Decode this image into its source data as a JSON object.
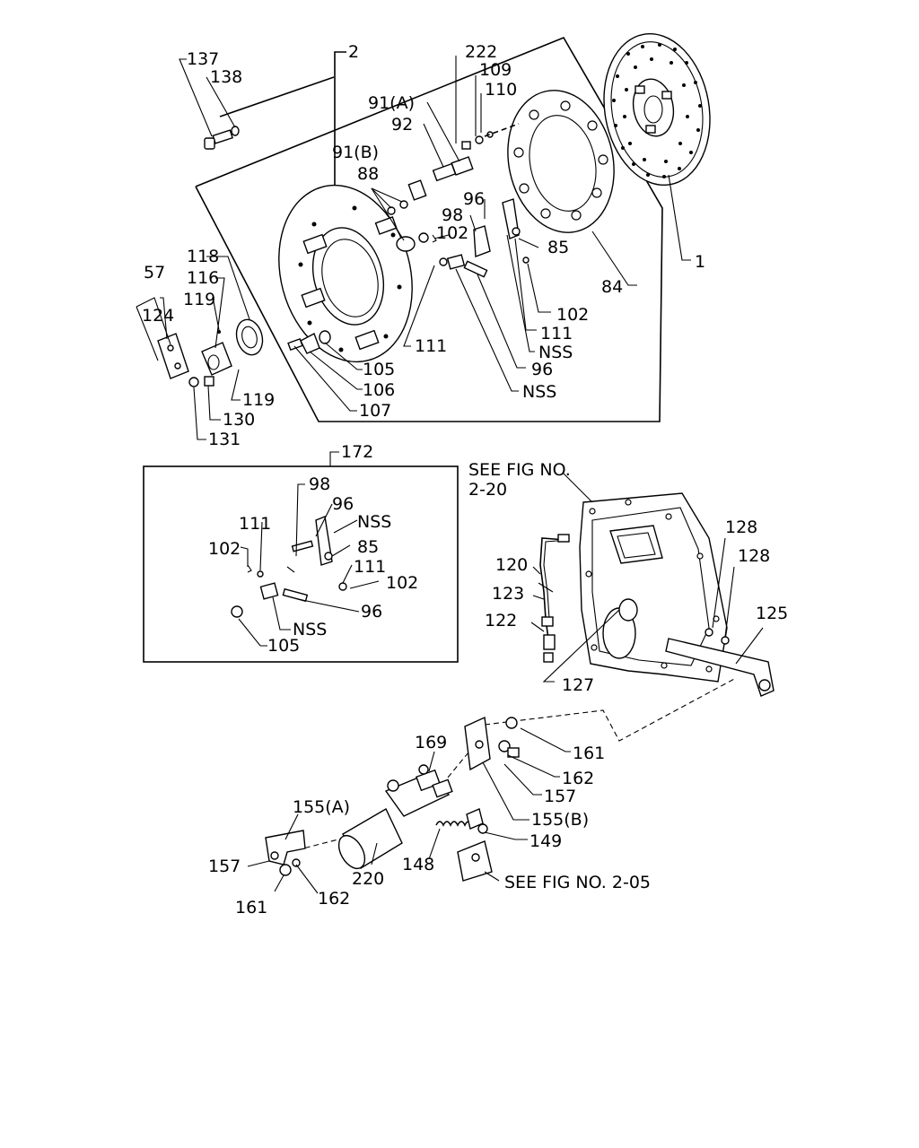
{
  "labels": {
    "l137": "137",
    "l138": "138",
    "l2": "2",
    "l222": "222",
    "l109": "109",
    "l110": "110",
    "l91a": "91(A)",
    "l92": "92",
    "l91b": "91(B)",
    "l88": "88",
    "l96a": "96",
    "l98a": "98",
    "l102a": "102",
    "l85a": "85",
    "l1": "1",
    "l84": "84",
    "l102b": "102",
    "l111a": "111",
    "lnss1": "NSS",
    "l96b": "96",
    "lnss2": "NSS",
    "l111b": "111",
    "l105a": "105",
    "l106": "106",
    "l107": "107",
    "l118": "118",
    "l57": "57",
    "l116": "116",
    "l119a": "119",
    "l124": "124",
    "l119b": "119",
    "l130": "130",
    "l131": "131",
    "l172": "172",
    "l98b": "98",
    "l96c": "96",
    "lnss3": "NSS",
    "l111c": "111",
    "l85b": "85",
    "l102c": "102",
    "l111d": "111",
    "l102d": "102",
    "l96d": "96",
    "lnss4": "NSS",
    "l105b": "105",
    "seefig1a": "SEE FIG NO.",
    "seefig1b": "2-20",
    "l128a": "128",
    "l128b": "128",
    "l125": "125",
    "l120": "120",
    "l123": "123",
    "l122": "122",
    "l127": "127",
    "l169": "169",
    "l161a": "161",
    "l162a": "162",
    "l157a": "157",
    "l155b": "155(B)",
    "l149": "149",
    "l155a": "155(A)",
    "l148": "148",
    "l157b": "157",
    "l220": "220",
    "seefig2": "SEE FIG NO. 2-05",
    "l161b": "161",
    "l162b": "162"
  }
}
